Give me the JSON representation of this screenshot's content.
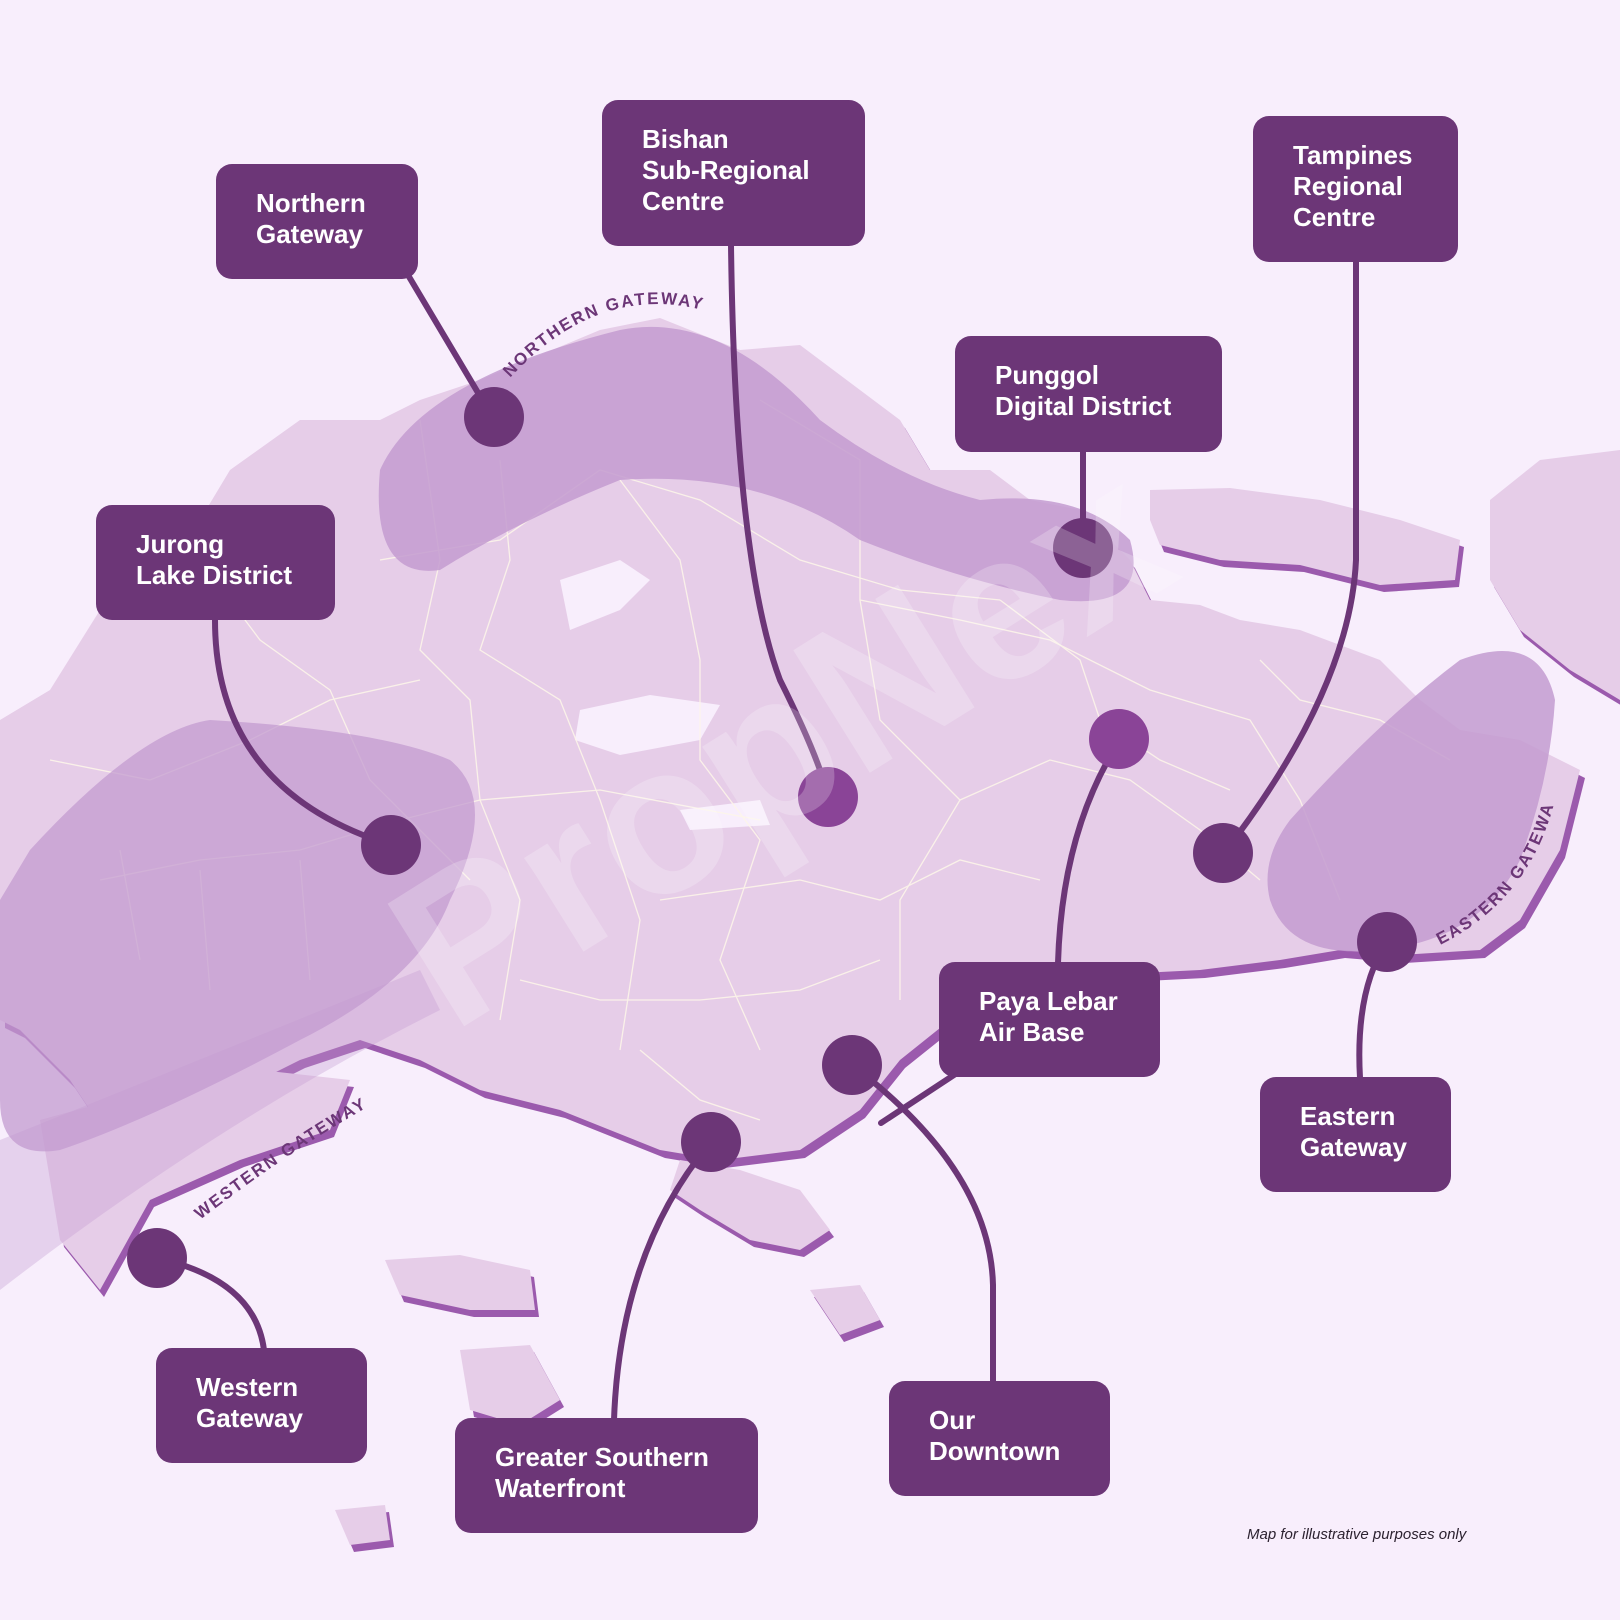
{
  "colors": {
    "background": "#f8eefc",
    "land": "#e6cde8",
    "land_shadow": "#9b5aad",
    "zone": "#c39bd0",
    "accent": "#6c3677",
    "marker_highlight": "#8a4497"
  },
  "regions": [
    {
      "id": "northern-gateway",
      "lines": [
        "Northern",
        "Gateway"
      ]
    },
    {
      "id": "bishan",
      "lines": [
        "Bishan",
        "Sub-Regional",
        "Centre"
      ]
    },
    {
      "id": "tampines",
      "lines": [
        "Tampines",
        "Regional",
        "Centre"
      ]
    },
    {
      "id": "punggol",
      "lines": [
        "Punggol",
        "Digital District"
      ]
    },
    {
      "id": "jurong",
      "lines": [
        "Jurong",
        "Lake District"
      ]
    },
    {
      "id": "paya-lebar",
      "lines": [
        "Paya Lebar",
        "Air Base"
      ]
    },
    {
      "id": "eastern-gateway",
      "lines": [
        "Eastern",
        "Gateway"
      ]
    },
    {
      "id": "western-gateway",
      "lines": [
        "Western",
        "Gateway"
      ]
    },
    {
      "id": "greater-southern",
      "lines": [
        "Greater Southern",
        "Waterfront"
      ]
    },
    {
      "id": "our-downtown",
      "lines": [
        "Our",
        "Downtown"
      ]
    }
  ],
  "zone_labels": {
    "northern": "NORTHERN GATEWAY",
    "western": "WESTERN GATEWAY",
    "eastern": "EASTERN GATEWAY"
  },
  "watermark": "PropNex",
  "disclaimer": "Map for illustrative purposes only"
}
